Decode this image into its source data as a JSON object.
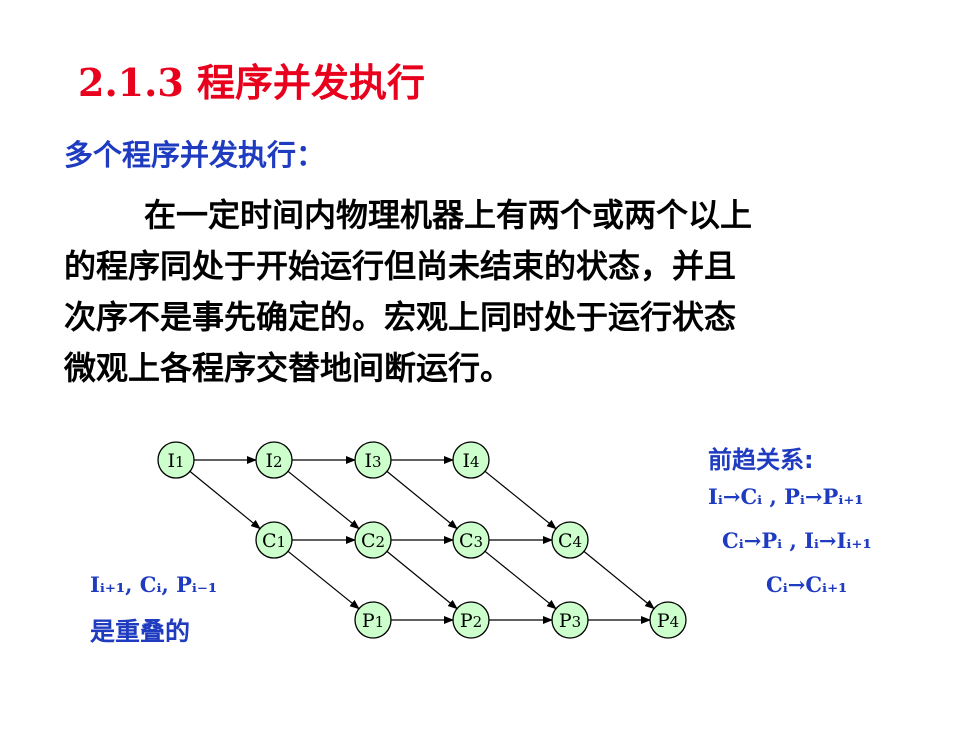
{
  "slide": {
    "title": "2.1.3 程序并发执行",
    "subtitle": "多个程序并发执行：",
    "paragraph_lines": [
      "在一定时间内物理机器上有两个或两个以上",
      "的程序同处于开始运行但尚未结束的状态，并且",
      "次序不是事先确定的。宏观上同时处于运行状态",
      "微观上各程序交替地间断运行。"
    ]
  },
  "diagram": {
    "nodes": [
      {
        "id": "I1",
        "label": "I",
        "sub": "1"
      },
      {
        "id": "I2",
        "label": "I",
        "sub": "2"
      },
      {
        "id": "I3",
        "label": "I",
        "sub": "3"
      },
      {
        "id": "I4",
        "label": "I",
        "sub": "4"
      },
      {
        "id": "C1",
        "label": "C",
        "sub": "1"
      },
      {
        "id": "C2",
        "label": "C",
        "sub": "2"
      },
      {
        "id": "C3",
        "label": "C",
        "sub": "3"
      },
      {
        "id": "C4",
        "label": "C",
        "sub": "4"
      },
      {
        "id": "P1",
        "label": "P",
        "sub": "1"
      },
      {
        "id": "P2",
        "label": "P",
        "sub": "2"
      },
      {
        "id": "P3",
        "label": "P",
        "sub": "3"
      },
      {
        "id": "P4",
        "label": "P",
        "sub": "4"
      }
    ],
    "edges": [
      [
        "I1",
        "I2"
      ],
      [
        "I2",
        "I3"
      ],
      [
        "I3",
        "I4"
      ],
      [
        "C1",
        "C2"
      ],
      [
        "C2",
        "C3"
      ],
      [
        "C3",
        "C4"
      ],
      [
        "P1",
        "P2"
      ],
      [
        "P2",
        "P3"
      ],
      [
        "P3",
        "P4"
      ],
      [
        "I1",
        "C1"
      ],
      [
        "I2",
        "C2"
      ],
      [
        "I3",
        "C3"
      ],
      [
        "I4",
        "C4"
      ],
      [
        "C1",
        "P1"
      ],
      [
        "C2",
        "P2"
      ],
      [
        "C3",
        "P3"
      ],
      [
        "C4",
        "P4"
      ]
    ],
    "colors": {
      "node_fill": "#ccffcc",
      "accent_blue": "#1f3cc0",
      "title_red": "#e8001c"
    }
  },
  "precedence": {
    "title": "前趋关系:",
    "lines": [
      "Iᵢ→Cᵢ , Pᵢ→Pᵢ₊₁",
      "Cᵢ→Pᵢ , Iᵢ→Iᵢ₊₁",
      "Cᵢ→Cᵢ₊₁"
    ]
  },
  "overlap": {
    "formula": "Iᵢ₊₁, Cᵢ, Pᵢ₋₁",
    "text": "是重叠的"
  }
}
